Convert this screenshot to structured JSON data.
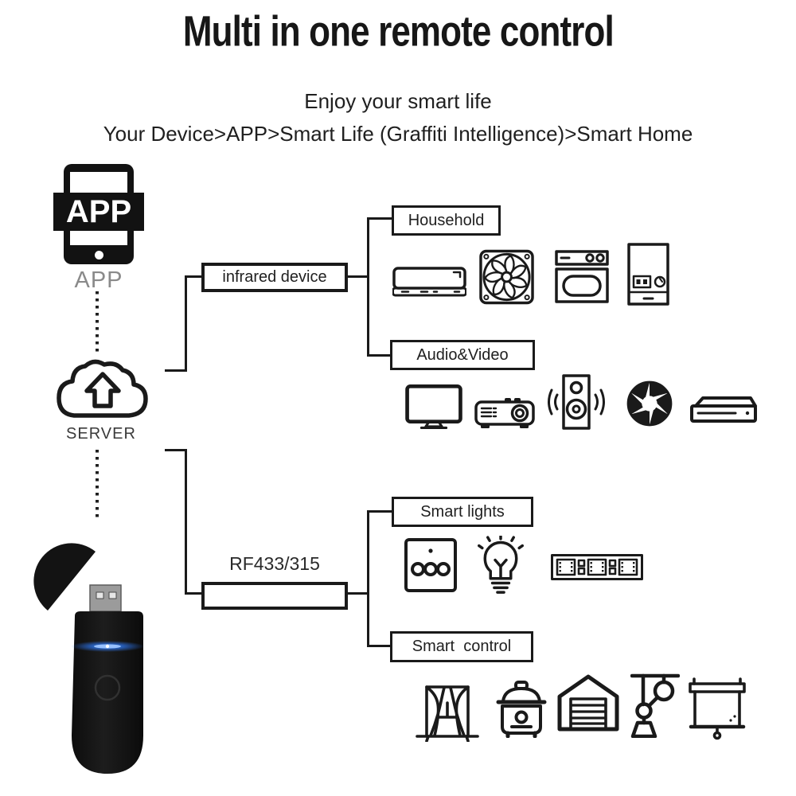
{
  "colors": {
    "ink": "#1a1a1a",
    "muted_label": "#8a8a8a",
    "dongle_glow": "#3a86ff"
  },
  "header": {
    "title": "Multi in one remote control",
    "subtitle": "Enjoy your smart life",
    "path": "Your Device>APP>Smart Life (Graffiti Intelligence)>Smart Home"
  },
  "left_column": {
    "app_badge": "APP",
    "app_label": "APP",
    "server_label": "SERVER",
    "icons": [
      "smartphone-app-icon",
      "cloud-upload-icon",
      "usb-dongle-photo"
    ]
  },
  "diagram": {
    "infrared": {
      "label": "infrared device",
      "children": [
        {
          "label": "Household",
          "icons": [
            "air-conditioner-icon",
            "cooling-fan-icon",
            "microwave-oven-icon",
            "water-heater-icon"
          ]
        },
        {
          "label": "Audio&Video",
          "icons": [
            "tv-icon",
            "projector-icon",
            "speaker-icon",
            "camera-aperture-icon",
            "dvd-player-icon"
          ]
        }
      ]
    },
    "rf": {
      "label": "RF433/315",
      "children": [
        {
          "label": "Smart lights",
          "icons": [
            "wall-switch-icon",
            "light-bulb-icon",
            "led-strip-icon"
          ]
        },
        {
          "label": "Smart  control",
          "icons": [
            "curtains-icon",
            "rice-cooker-icon",
            "garage-door-icon",
            "pulley-hoist-icon",
            "projector-screen-icon"
          ]
        }
      ]
    }
  }
}
